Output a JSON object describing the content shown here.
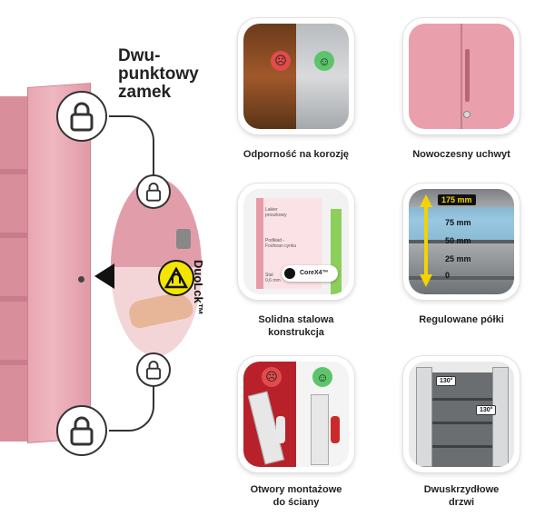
{
  "title_lines": [
    "Dwu-",
    "punktowy",
    "zamek"
  ],
  "duolock_text": "DuoLck™",
  "tiles": [
    {
      "caption_lines": [
        "Odporność na korozję"
      ]
    },
    {
      "caption_lines": [
        "Nowoczesny uchwyt"
      ]
    },
    {
      "caption_lines": [
        "Solidna stalowa",
        "konstrukcja"
      ],
      "labels": [
        "Lakier",
        "proszkowy",
        "Podkład -",
        "Fosforan cynku",
        "Stal",
        "0,6 mm"
      ],
      "badge": "CoreX4™"
    },
    {
      "caption_lines": [
        "Regulowane półki"
      ],
      "measurements": [
        "175 mm",
        "75 mm",
        "50 mm",
        "25 mm",
        "0"
      ]
    },
    {
      "caption_lines": [
        "Otwory montażowe",
        "do ściany"
      ]
    },
    {
      "caption_lines": [
        "Dwuskrzydłowe",
        "drzwi"
      ],
      "angles": [
        "130°",
        "130°"
      ]
    }
  ],
  "colors": {
    "cabinet_pink": "#e8a7b2",
    "badge_yellow": "#f2e600",
    "measurement_yellow": "#f3d300"
  },
  "icons": [
    "padlock-icon",
    "duolock-icon",
    "sad-face-icon",
    "happy-face-icon"
  ]
}
